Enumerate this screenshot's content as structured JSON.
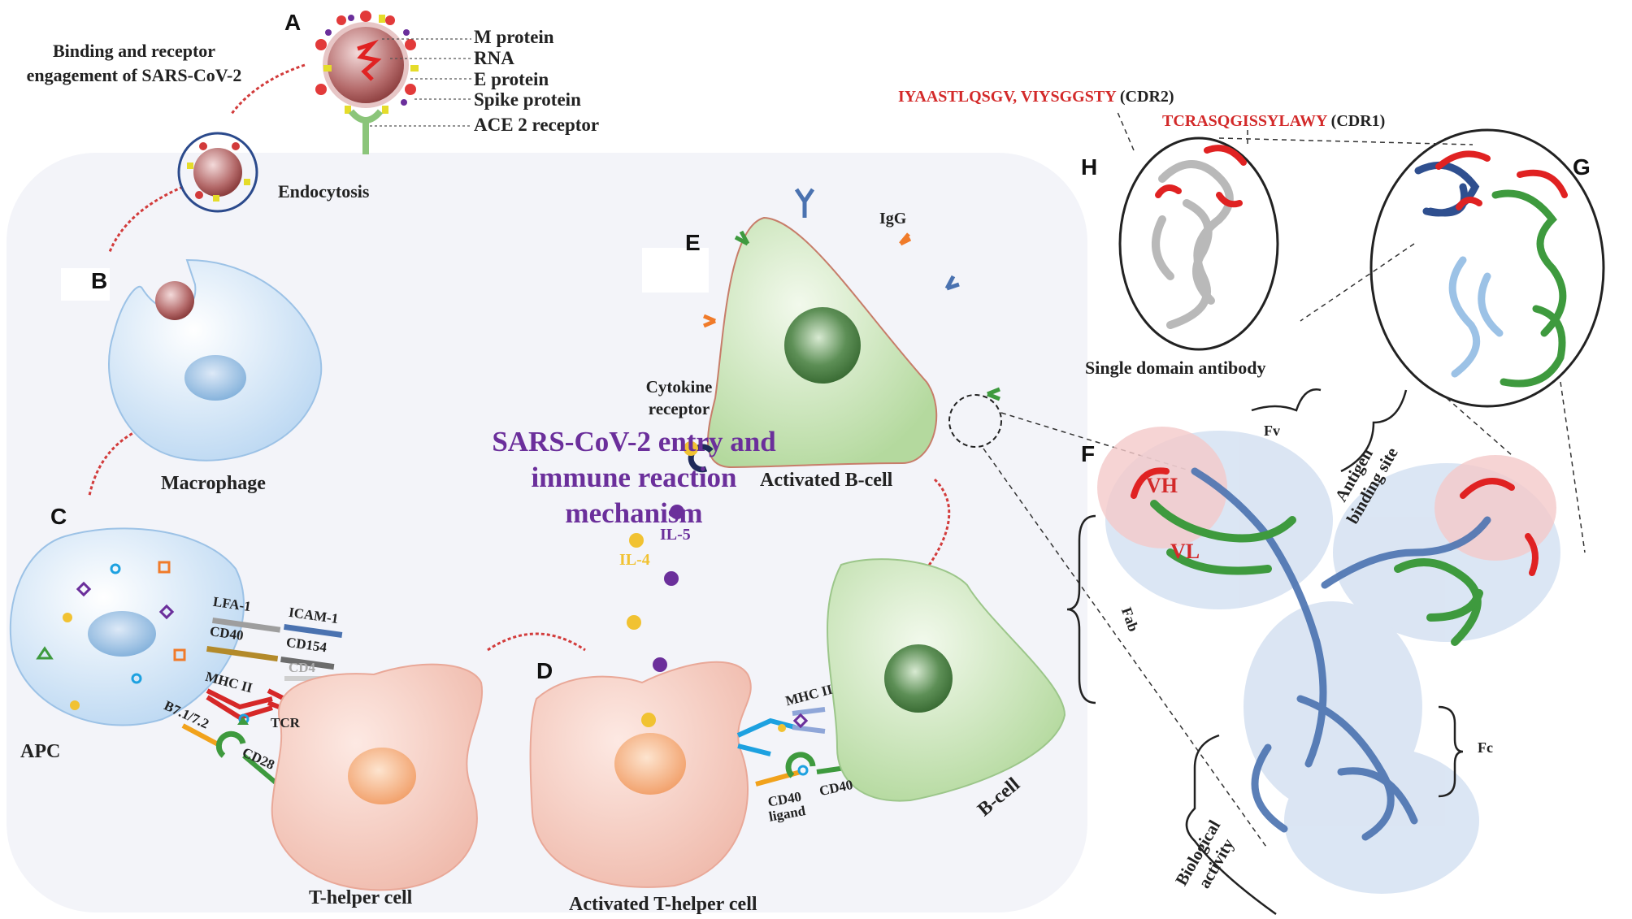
{
  "panels": {
    "A": "A",
    "B": "B",
    "C": "C",
    "D": "D",
    "E": "E",
    "F": "F",
    "G": "G",
    "H": "H"
  },
  "virus_legend": {
    "m_protein": "M protein",
    "rna": "RNA",
    "e_protein": "E protein",
    "spike": "Spike protein",
    "ace2": "ACE 2 receptor"
  },
  "binding_text": "Binding and receptor engagement of SARS-CoV-2",
  "endocytosis": "Endocytosis",
  "title": "SARS-CoV-2 entry and immune reaction mechanism",
  "cells": {
    "macrophage": "Macrophage",
    "apc": "APC",
    "t_helper": "T-helper cell",
    "activated_t_helper": "Activated T-helper cell",
    "activated_b": "Activated B-cell",
    "b_cell": "B-cell"
  },
  "molecules": {
    "lfa1": "LFA-1",
    "icam1": "ICAM-1",
    "cd40": "CD40",
    "cd154": "CD154",
    "cd4": "CD4",
    "mhc2": "MHC II",
    "tcr": "TCR",
    "b7": "B7.1/7.2",
    "cd28": "CD28",
    "mhc2_b": "MHC II",
    "cd40_ligand": "CD40 ligand",
    "cd40_b": "CD40",
    "igg": "IgG",
    "cytokine_receptor": "Cytokine receptor",
    "il5": "IL-5",
    "il4": "IL-4"
  },
  "cdr": {
    "cdr2_seq": "IYAASTLQSGV, VIYSGGSTY",
    "cdr2_tag": "(CDR2)",
    "cdr1_seq": "TCRASQGISSYLAWY",
    "cdr1_tag": "(CDR1)"
  },
  "antibody": {
    "single_domain": "Single domain antibody",
    "fv": "Fv",
    "fab": "Fab",
    "fc": "Fc",
    "vh": "VH",
    "vl": "VL",
    "antigen_site": "Antigen binding site",
    "bio_activity": "Biological activity"
  },
  "colors": {
    "title": "#6b2f9b",
    "cdr": "#d32a2a",
    "il4": "#f1c232",
    "il5": "#6b2f9b",
    "heavy": "#4a72b0",
    "light": "#3e9a3e"
  }
}
